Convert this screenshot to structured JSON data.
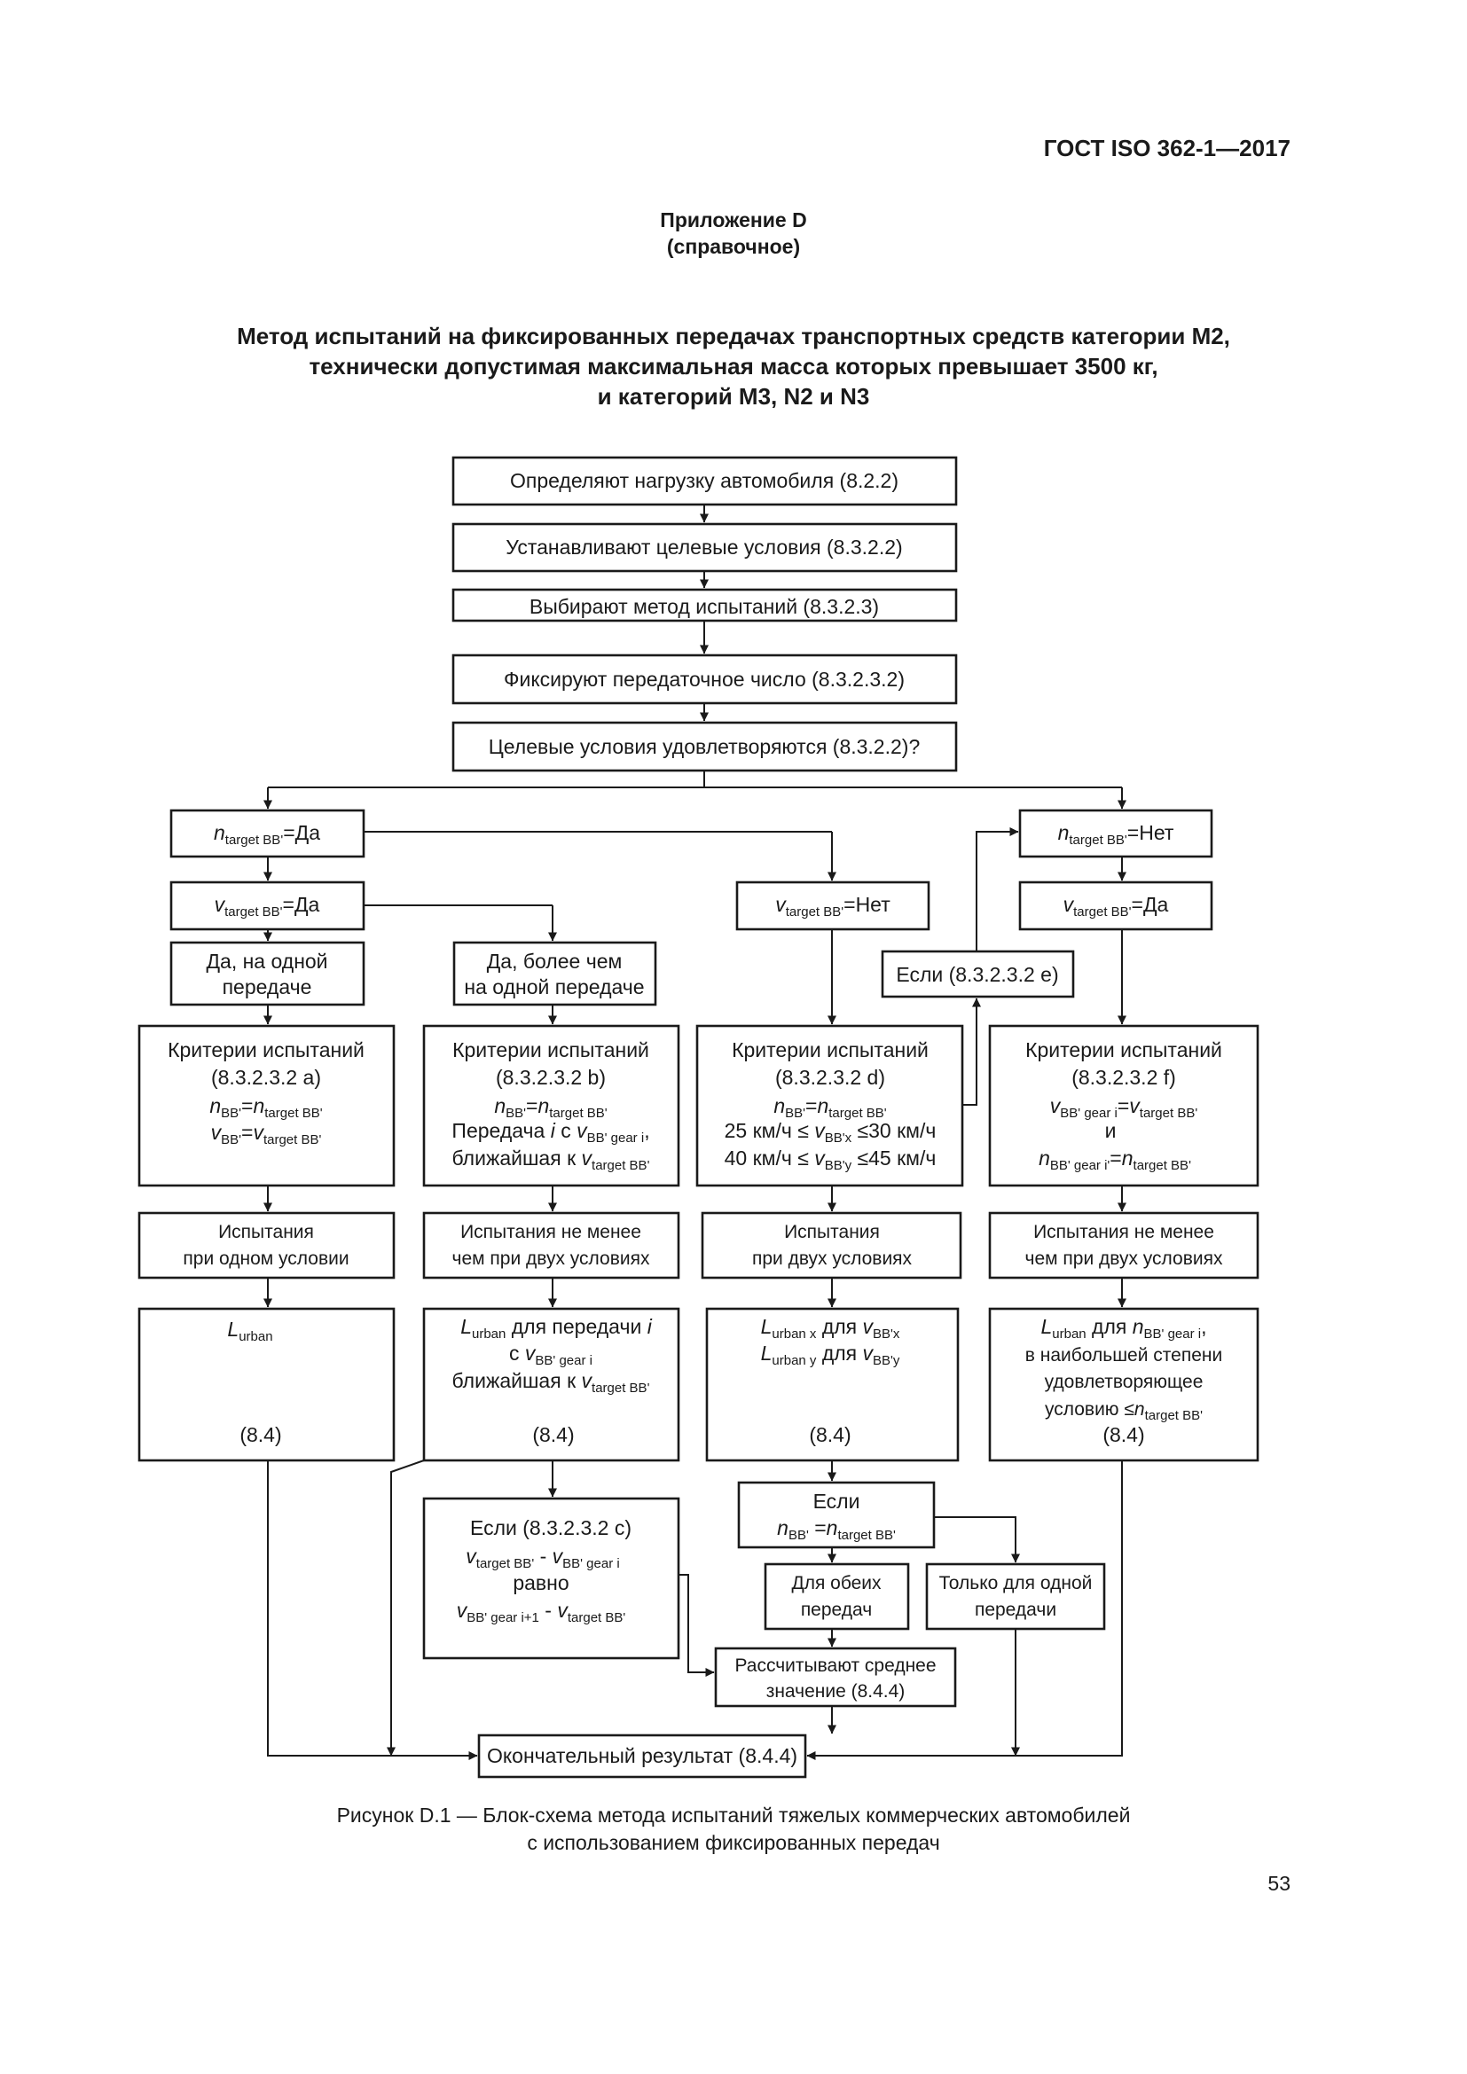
{
  "header": {
    "doc_code": "ГОСТ ISO 362-1—2017"
  },
  "annex": {
    "label": "Приложение D",
    "status": "(справочное)"
  },
  "title": [
    "Метод испытаний на фиксированных передачах транспортных средств категории М2,",
    "технически допустимая максимальная масса которых превышает 3500 кг,",
    "и категорий М3, N2 и N3"
  ],
  "figure_caption": [
    "Рисунок D.1 — Блок-схема метода испытаний тяжелых коммерческих автомобилей",
    "с использованием фиксированных передач"
  ],
  "page_number": "53",
  "flow": {
    "load": "Определяют нагрузку автомобиля (8.2.2)",
    "target": "Устанавливают целевые условия (8.3.2.2)",
    "method": "Выбирают метод испытаний (8.3.2.3)",
    "gear_ratio": "Фиксируют передаточное число (8.3.2.3.2)",
    "satisfied": "Целевые условия удовлетворяются (8.3.2.2)?",
    "n_yes": "=Да",
    "n_no": "=Нет",
    "v_yes": "=Да",
    "v_no": "=Нет",
    "v_yes_right": "=Да",
    "one_gear": [
      "Да, на одной",
      "передаче"
    ],
    "more_gear": [
      "Да, более чем",
      "на одной передаче"
    ],
    "if_e": "Если (8.3.2.3.2 e)",
    "criteria_title": "Критерии испытаний",
    "crit_a_ref": "(8.3.2.3.2 a)",
    "crit_b_ref": "(8.3.2.3.2 b)",
    "crit_d_ref": "(8.3.2.3.2 d)",
    "crit_f_ref": "(8.3.2.3.2 f)",
    "gear_word": "Передача",
    "with_word": "с",
    "nearest_word": "ближайшая к",
    "speed_x": [
      "25 км/ч ≤",
      "≤30 км/ч"
    ],
    "speed_y": [
      "40 км/ч ≤",
      "≤45 км/ч"
    ],
    "and_word": "и",
    "test_one": [
      "Испытания",
      "при одном условии"
    ],
    "test_two_min": [
      "Испытания не менее",
      "чем при двух условиях"
    ],
    "test_two": [
      "Испытания",
      "при двух условиях"
    ],
    "res_b_line1": "для передачи",
    "res_b_line2": "с",
    "res_b_line3": "ближайшая к",
    "res_d_word": "для",
    "res_f": [
      "для",
      "в наибольшей степени",
      "удовлетворяющее",
      "условию ≤"
    ],
    "ref_84": "(8.4)",
    "if_c_title": "Если (8.3.2.3.2 c)",
    "equal_word": "равно",
    "if_word": "Если",
    "both_gears": [
      "Для обеих",
      "передач"
    ],
    "one_gear_only": [
      "Только для одной",
      "передачи"
    ],
    "average": [
      "Рассчитывают среднее",
      "значение (8.4.4)"
    ],
    "final": "Окончательный результат (8.4.4)",
    "sym": {
      "n": "n",
      "v": "v",
      "L": "L",
      "i": "i",
      "s_target": "target BB'",
      "s_bb": "BB'",
      "s_gear_i_b": "BB' gear i",
      "s_gear_i_f": "BB' gear i",
      "s_gear_i1": "BB' gear i+1",
      "s_gear_ip": "BB' gear i'",
      "s_bbx": "BB'x",
      "s_bby": "BB'y",
      "s_urban": "urban",
      "s_urban_x": "urban x",
      "s_urban_y": "urban y"
    }
  }
}
